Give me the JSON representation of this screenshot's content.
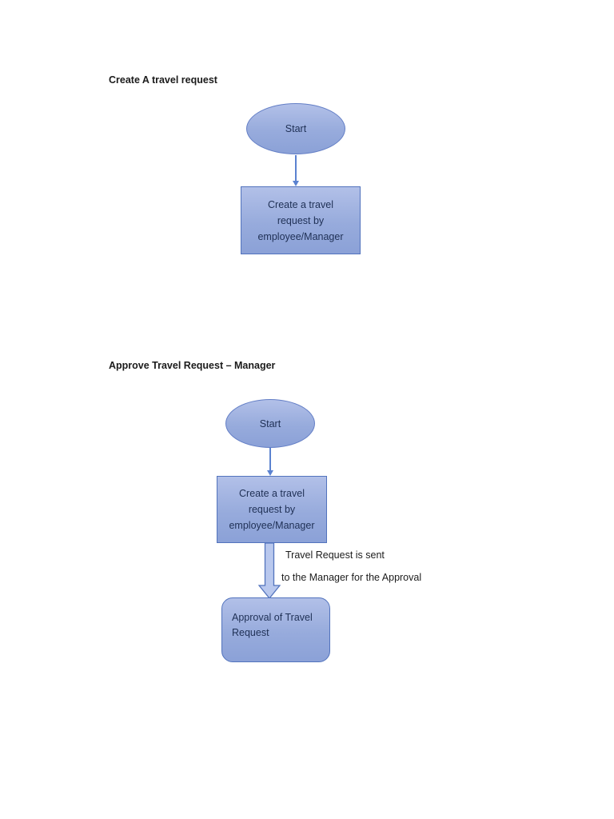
{
  "colors": {
    "shape_fill_top": "#b2c0e8",
    "shape_fill_bottom": "#8ba1d7",
    "shape_border": "#5273bd",
    "shape_text": "#1f3055",
    "connector": "#5b82d0",
    "block_arrow_fill": "#b9c8ee",
    "heading_text": "#1b1b1b",
    "page_background": "#ffffff"
  },
  "diagram1": {
    "heading": "Create A travel request",
    "start_label": "Start",
    "process_lines": [
      "Create a travel",
      "request by",
      "employee/Manager"
    ]
  },
  "diagram2": {
    "heading": "Approve Travel Request – Manager",
    "start_label": "Start",
    "process_lines": [
      "Create a travel",
      "request by",
      "employee/Manager"
    ],
    "arrow_note_line1": "Travel Request is sent",
    "arrow_note_line2": "to the Manager for the Approval",
    "approval_lines": [
      "Approval of Travel",
      "Request"
    ]
  }
}
